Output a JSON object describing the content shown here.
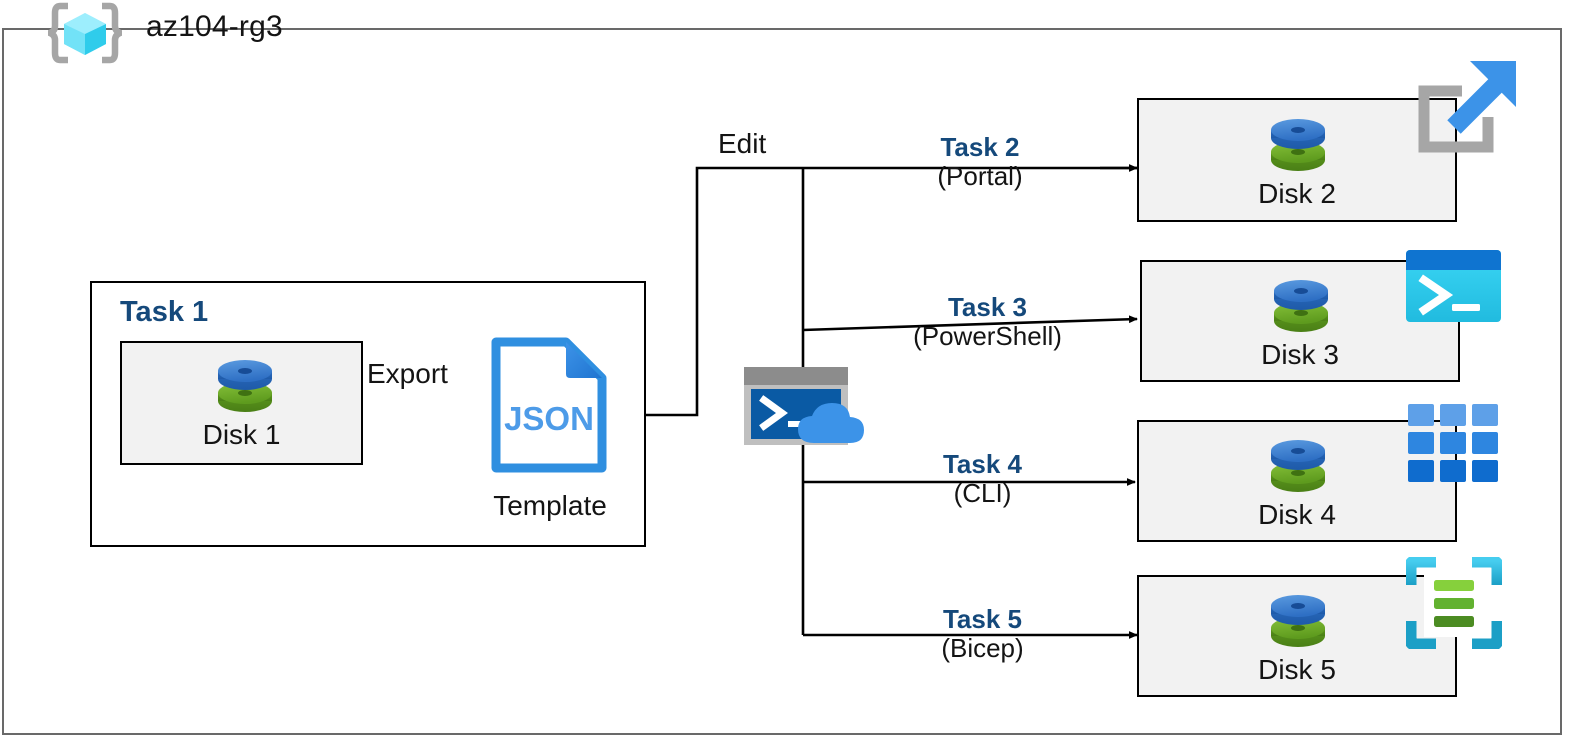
{
  "diagram": {
    "type": "azure-architecture",
    "resource_group": {
      "name": "az104-rg3",
      "icon": "azure-resource-group-icon"
    },
    "task1": {
      "label": "Task 1",
      "source_disk": {
        "caption": "Disk 1",
        "icon": "managed-disk-icon"
      },
      "export_label": "Export",
      "template": {
        "file_type": "JSON",
        "caption": "Template",
        "icon": "json-file-icon"
      }
    },
    "edit_label": "Edit",
    "cloud_shell": {
      "icon": "azure-cloud-shell-icon"
    },
    "branches": [
      {
        "task": "Task 2",
        "method": "(Portal)",
        "disk_caption": "Disk 2",
        "tool_icon": "azure-portal-icon"
      },
      {
        "task": "Task 3",
        "method": "(PowerShell)",
        "disk_caption": "Disk 3",
        "tool_icon": "powershell-icon"
      },
      {
        "task": "Task 4",
        "method": "(CLI)",
        "disk_caption": "Disk 4",
        "tool_icon": "azure-cli-icon"
      },
      {
        "task": "Task 5",
        "method": "(Bicep)",
        "disk_caption": "Disk 5",
        "tool_icon": "bicep-icon"
      }
    ],
    "colors": {
      "task_blue": "#15497B",
      "frame_gray": "#696969",
      "box_fill": "#F2F2F2",
      "disk_blue": "#3A7FD5",
      "disk_green": "#6FAE28",
      "json_blue": "#2F8FE0",
      "cloudshell_dark": "#0A5AA4",
      "powershell_cyan": "#2FD0F0",
      "bicep_cyan": "#3BC5E8",
      "bicep_green": "#7DC242"
    }
  }
}
